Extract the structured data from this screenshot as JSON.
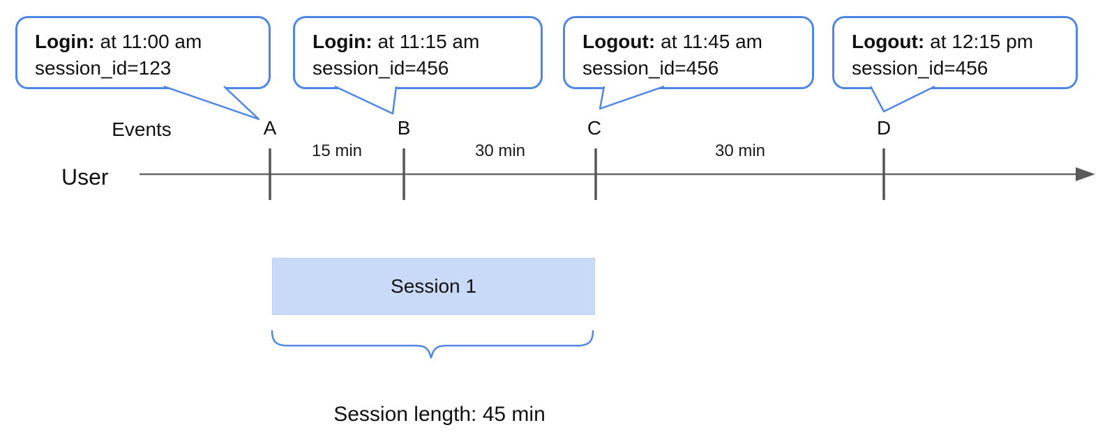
{
  "diagram": {
    "title_implicit": "User session timeline",
    "callouts": [
      {
        "event_type": "Login:",
        "time": "at 11:00 am",
        "session": "session_id=123",
        "points_to": "A"
      },
      {
        "event_type": "Login:",
        "time": "at 11:15 am",
        "session": "session_id=456",
        "points_to": "B"
      },
      {
        "event_type": "Logout:",
        "time": "at 11:45 am",
        "session": "session_id=456",
        "points_to": "C"
      },
      {
        "event_type": "Logout:",
        "time": "at 12:15 pm",
        "session": "session_id=456",
        "points_to": "D"
      }
    ],
    "timeline": {
      "axis_label": "User",
      "events_label": "Events",
      "event_markers": [
        "A",
        "B",
        "C",
        "D"
      ],
      "intervals": [
        "15 min",
        "30 min",
        "30 min"
      ]
    },
    "session_box": {
      "label": "Session 1"
    },
    "session_length_label": "Session length: 45 min",
    "colors": {
      "accent_blue": "#4e86e8",
      "session_fill": "#c9daf8",
      "axis_gray": "#595959"
    }
  }
}
